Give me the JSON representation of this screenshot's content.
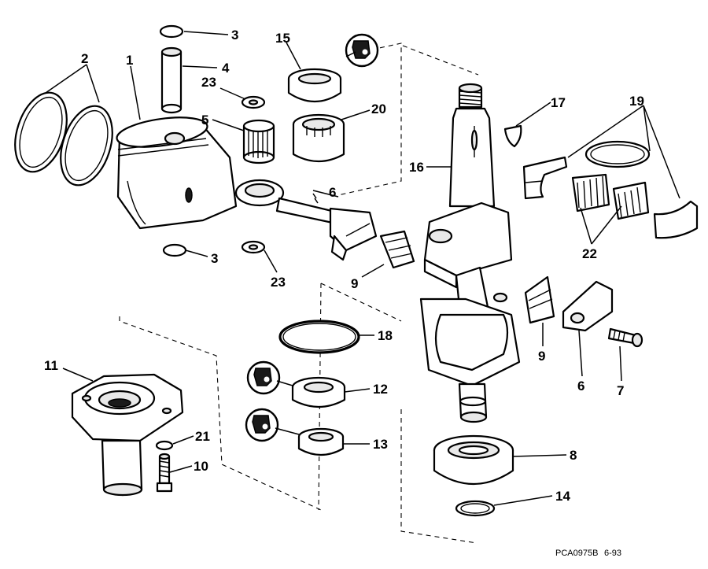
{
  "diagram": {
    "callouts": [
      {
        "id": "c1",
        "label": "1"
      },
      {
        "id": "c2",
        "label": "2"
      },
      {
        "id": "c3a",
        "label": "3"
      },
      {
        "id": "c3b",
        "label": "3"
      },
      {
        "id": "c4",
        "label": "4"
      },
      {
        "id": "c5",
        "label": "5"
      },
      {
        "id": "c6a",
        "label": "6"
      },
      {
        "id": "c6b",
        "label": "6"
      },
      {
        "id": "c7",
        "label": "7"
      },
      {
        "id": "c8",
        "label": "8"
      },
      {
        "id": "c9a",
        "label": "9"
      },
      {
        "id": "c9b",
        "label": "9"
      },
      {
        "id": "c10",
        "label": "10"
      },
      {
        "id": "c11",
        "label": "11"
      },
      {
        "id": "c12",
        "label": "12"
      },
      {
        "id": "c13",
        "label": "13"
      },
      {
        "id": "c14",
        "label": "14"
      },
      {
        "id": "c15",
        "label": "15"
      },
      {
        "id": "c16",
        "label": "16"
      },
      {
        "id": "c17",
        "label": "17"
      },
      {
        "id": "c18",
        "label": "18"
      },
      {
        "id": "c19",
        "label": "19"
      },
      {
        "id": "c20",
        "label": "20"
      },
      {
        "id": "c21",
        "label": "21"
      },
      {
        "id": "c22",
        "label": "22"
      },
      {
        "id": "c23a",
        "label": "23"
      },
      {
        "id": "c23b",
        "label": "23"
      }
    ],
    "figure_code": "PCA0975B",
    "figure_date": "6-93",
    "lube_icons": [
      "lubricant-symbol-icon",
      "lubricant-symbol-icon",
      "lubricant-symbol-icon"
    ]
  }
}
